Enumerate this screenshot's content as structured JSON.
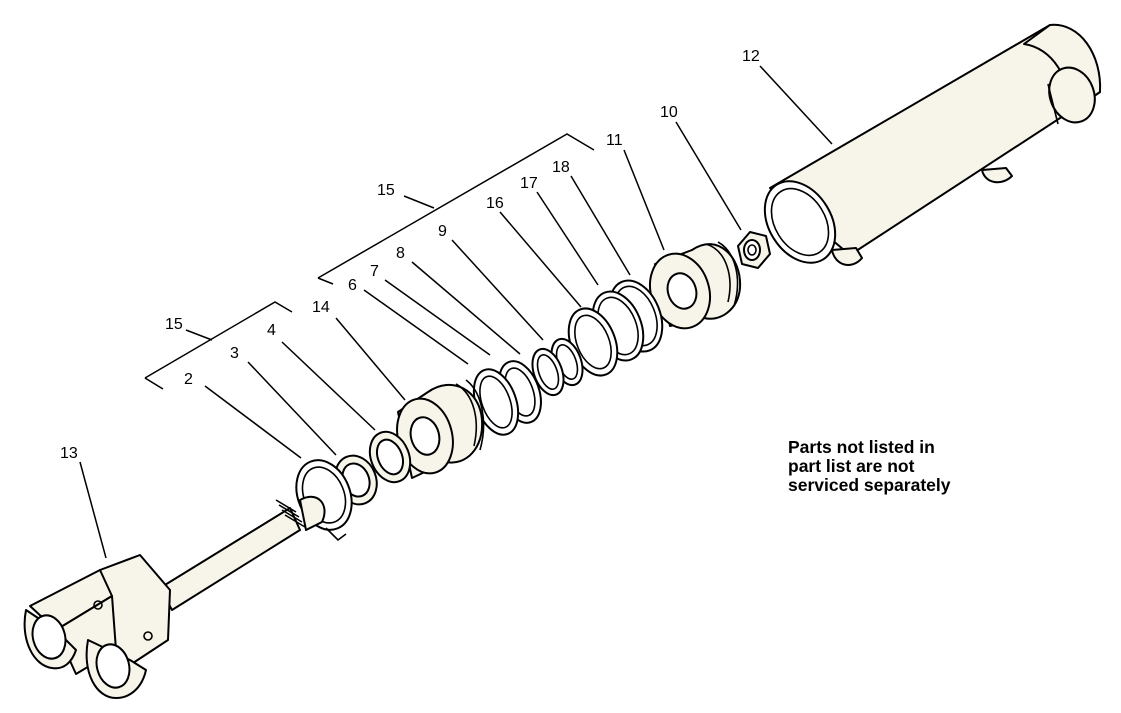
{
  "callouts": {
    "c2": "2",
    "c3": "3",
    "c4": "4",
    "c6": "6",
    "c7": "7",
    "c8": "8",
    "c9": "9",
    "c10": "10",
    "c11": "11",
    "c12": "12",
    "c13": "13",
    "c14": "14",
    "c15a": "15",
    "c15b": "15",
    "c16": "16",
    "c17": "17",
    "c18": "18"
  },
  "note": {
    "line1": "Parts not listed in",
    "line2": "part list are not",
    "line3": "serviced separately"
  }
}
